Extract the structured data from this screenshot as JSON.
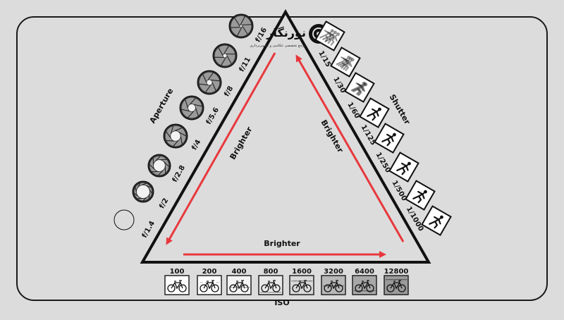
{
  "logo": {
    "name": "نورنگار",
    "tagline": "مرجع تخصصی عکاسی و تصویربرداری"
  },
  "labels": {
    "aperture": "Aperture",
    "shutter": "Shutter",
    "iso": "ISO",
    "brighter_left": "Brighter",
    "brighter_right": "Brighter",
    "brighter_bottom": "Brighter"
  },
  "aperture_stops": [
    "f/1.4",
    "f/2",
    "f/2.8",
    "f/4",
    "f/5.6",
    "f/8",
    "f/11",
    "f/16"
  ],
  "shutter_speeds": [
    "1/15",
    "1/30",
    "1/60",
    "1/125",
    "1/250",
    "1/500",
    "1/1000"
  ],
  "iso_values": [
    "100",
    "200",
    "400",
    "800",
    "1600",
    "3200",
    "6400",
    "12800"
  ],
  "colors": {
    "arrow": "#e8383d",
    "line": "#111111",
    "frame": "#1a1a1a",
    "background": "#dcdcdc"
  },
  "icons": {
    "aperture": "aperture-icon",
    "shutter": "runner-icon",
    "iso": "bicycle-icon"
  }
}
